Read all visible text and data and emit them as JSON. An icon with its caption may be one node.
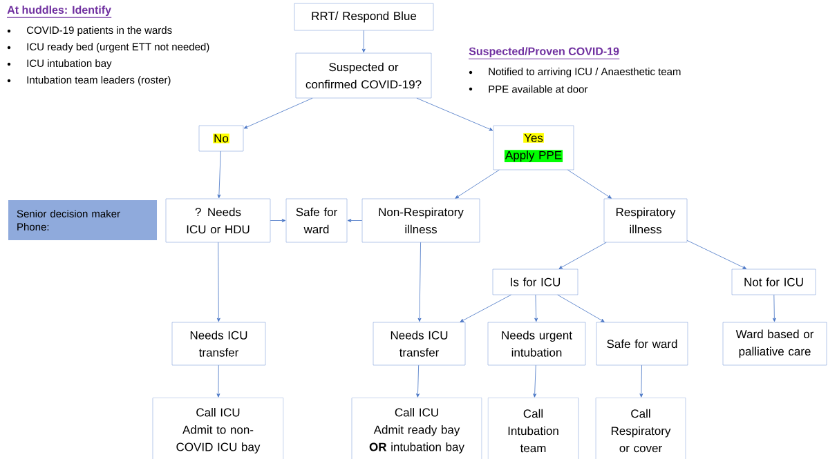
{
  "diagram": {
    "nodes": [
      {
        "text": [
          "RRT/ Respond Blue"
        ]
      },
      {
        "text": [
          "Suspected or confirmed COVID-19?"
        ]
      },
      {
        "text": [
          "No"
        ]
      },
      {
        "text": [
          "Yes",
          "Apply PPE"
        ]
      },
      {
        "text": [
          "? Needs ICU or HDU"
        ]
      },
      {
        "text": [
          "Safe for ward"
        ]
      },
      {
        "text": [
          "Non-Respiratory illness"
        ]
      },
      {
        "text": [
          "Respiratory illness"
        ]
      },
      {
        "text": [
          "Is for ICU"
        ]
      },
      {
        "text": [
          "Not for ICU"
        ]
      },
      {
        "text": [
          "Needs ICU transfer"
        ]
      },
      {
        "text": [
          "Needs ICU transfer"
        ]
      },
      {
        "text": [
          "Needs urgent intubation"
        ]
      },
      {
        "text": [
          "Safe for ward"
        ]
      },
      {
        "text": [
          "Ward based or palliative care"
        ]
      },
      {
        "text": [
          "Call ICU",
          "Admit to non-COVID ICU bay"
        ]
      },
      {
        "text": [
          "Call ICU",
          "Admit ready bay **OR** intubation bay"
        ]
      },
      {
        "text": [
          "Call",
          "Intubation team"
        ]
      },
      {
        "text": [
          "Call",
          "Respiratory or cover"
        ]
      },
      {
        "text": [
          "Senior decision maker Phone:"
        ]
      }
    ],
    "edges": [
      {
        "from": 0,
        "to": 1,
        "arrow": "to"
      },
      {
        "from": 1,
        "to": 2,
        "arrow": "to"
      },
      {
        "from": 1,
        "to": 3,
        "arrow": "to"
      },
      {
        "from": 2,
        "to": 4,
        "arrow": "to"
      },
      {
        "from": 4,
        "to": 5,
        "arrow": "to"
      },
      {
        "from": 6,
        "to": 5,
        "arrow": "to"
      },
      {
        "from": 3,
        "to": 6,
        "arrow": "to"
      },
      {
        "from": 3,
        "to": 7,
        "arrow": "to"
      },
      {
        "from": 4,
        "to": 10,
        "arrow": "to"
      },
      {
        "from": 6,
        "to": 11,
        "arrow": "to"
      },
      {
        "from": 7,
        "to": 8,
        "arrow": "to"
      },
      {
        "from": 7,
        "to": 9,
        "arrow": "to"
      },
      {
        "from": 8,
        "to": 11,
        "arrow": "to"
      },
      {
        "from": 8,
        "to": 12,
        "arrow": "to"
      },
      {
        "from": 8,
        "to": 13,
        "arrow": "to"
      },
      {
        "from": 9,
        "to": 14,
        "arrow": "to"
      },
      {
        "from": 10,
        "to": 15,
        "arrow": "to"
      },
      {
        "from": 11,
        "to": 16,
        "arrow": "to"
      },
      {
        "from": 12,
        "to": 17,
        "arrow": "to"
      },
      {
        "from": 13,
        "to": 18,
        "arrow": "to"
      }
    ],
    "labels": [
      "At huddles:  Identify",
      "COVID-19 patients in the wards",
      "ICU ready bed (urgent ETT not needed)",
      "ICU intubation bay",
      "Intubation team leaders (roster)",
      "Suspected/Proven COVID-19",
      "Notified to arriving ICU / Anaesthetic team",
      "PPE available at door"
    ]
  }
}
